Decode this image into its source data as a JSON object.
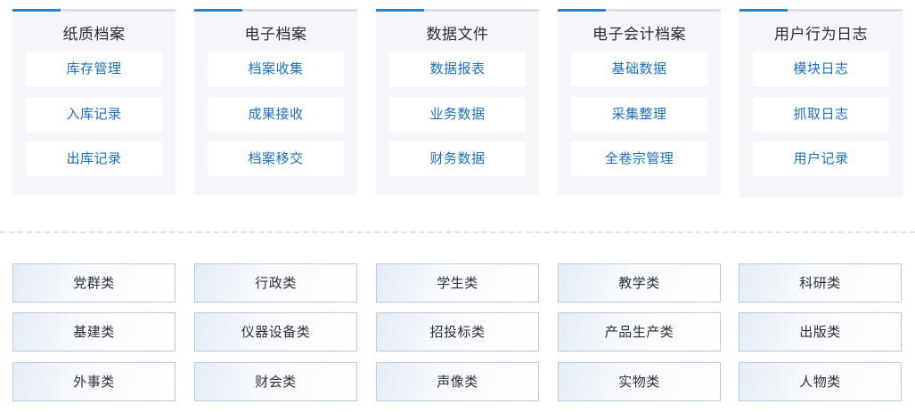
{
  "modules": [
    {
      "title": "纸质档案",
      "items": [
        "库存管理",
        "入库记录",
        "出库记录"
      ]
    },
    {
      "title": "电子档案",
      "items": [
        "档案收集",
        "成果接收",
        "档案移交"
      ]
    },
    {
      "title": "数据文件",
      "items": [
        "数据报表",
        "业务数据",
        "财务数据"
      ]
    },
    {
      "title": "电子会计档案",
      "items": [
        "基础数据",
        "采集整理",
        "全卷宗管理"
      ]
    },
    {
      "title": "用户行为日志",
      "items": [
        "模块日志",
        "抓取日志",
        "用户记录"
      ]
    }
  ],
  "categories": [
    [
      "党群类",
      "行政类",
      "学生类",
      "教学类",
      "科研类"
    ],
    [
      "基建类",
      "仪器设备类",
      "招投标类",
      "产品生产类",
      "出版类"
    ],
    [
      "外事类",
      "财会类",
      "声像类",
      "实物类",
      "人物类"
    ]
  ],
  "colors": {
    "accent": "#2a7fd0",
    "link_text": "#1d6fbf",
    "card_bg": "#f4f6fa",
    "tile_border": "#b5cbe2"
  }
}
